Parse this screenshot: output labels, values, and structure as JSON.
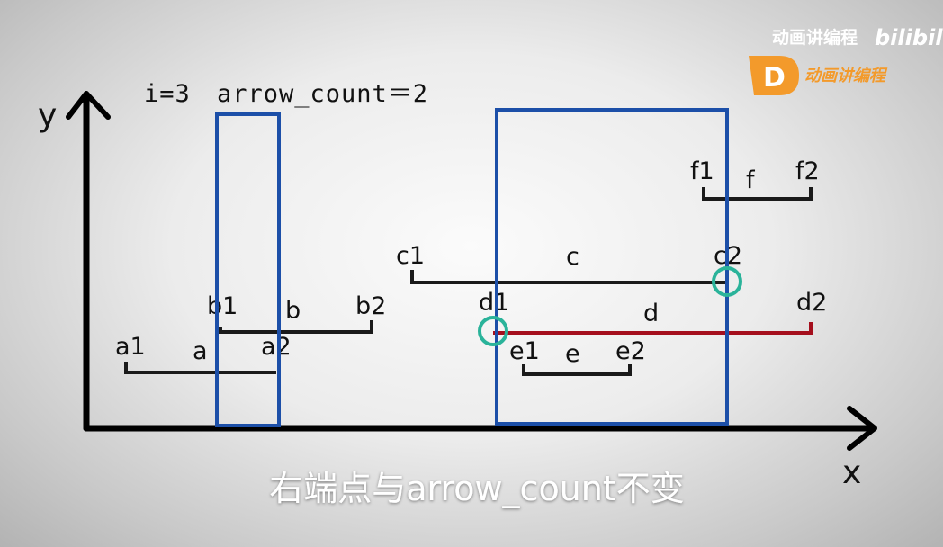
{
  "header": {
    "index_text": "i=3",
    "count_text": "arrow_count＝2"
  },
  "axes": {
    "y_label": "y",
    "x_label": "x"
  },
  "segments": [
    {
      "id": "a",
      "name": "a",
      "start": "a1",
      "end": "a2"
    },
    {
      "id": "b",
      "name": "b",
      "start": "b1",
      "end": "b2"
    },
    {
      "id": "c",
      "name": "c",
      "start": "c1",
      "end": "c2"
    },
    {
      "id": "d",
      "name": "d",
      "start": "d1",
      "end": "d2"
    },
    {
      "id": "e",
      "name": "e",
      "start": "e1",
      "end": "e2"
    },
    {
      "id": "f",
      "name": "f",
      "start": "f1",
      "end": "f2"
    }
  ],
  "colors": {
    "segment": "#1a1a1a",
    "highlight_segment": "#a50f1d",
    "window": "#1c4fa8",
    "marker": "#2ab39a",
    "axis": "#000000"
  },
  "subtitle": "右端点与arrow_count不变",
  "watermark": {
    "channel": "动画讲编程",
    "platform": "bilibili",
    "logo_letter": "D",
    "logo_text": "动画讲编程"
  }
}
